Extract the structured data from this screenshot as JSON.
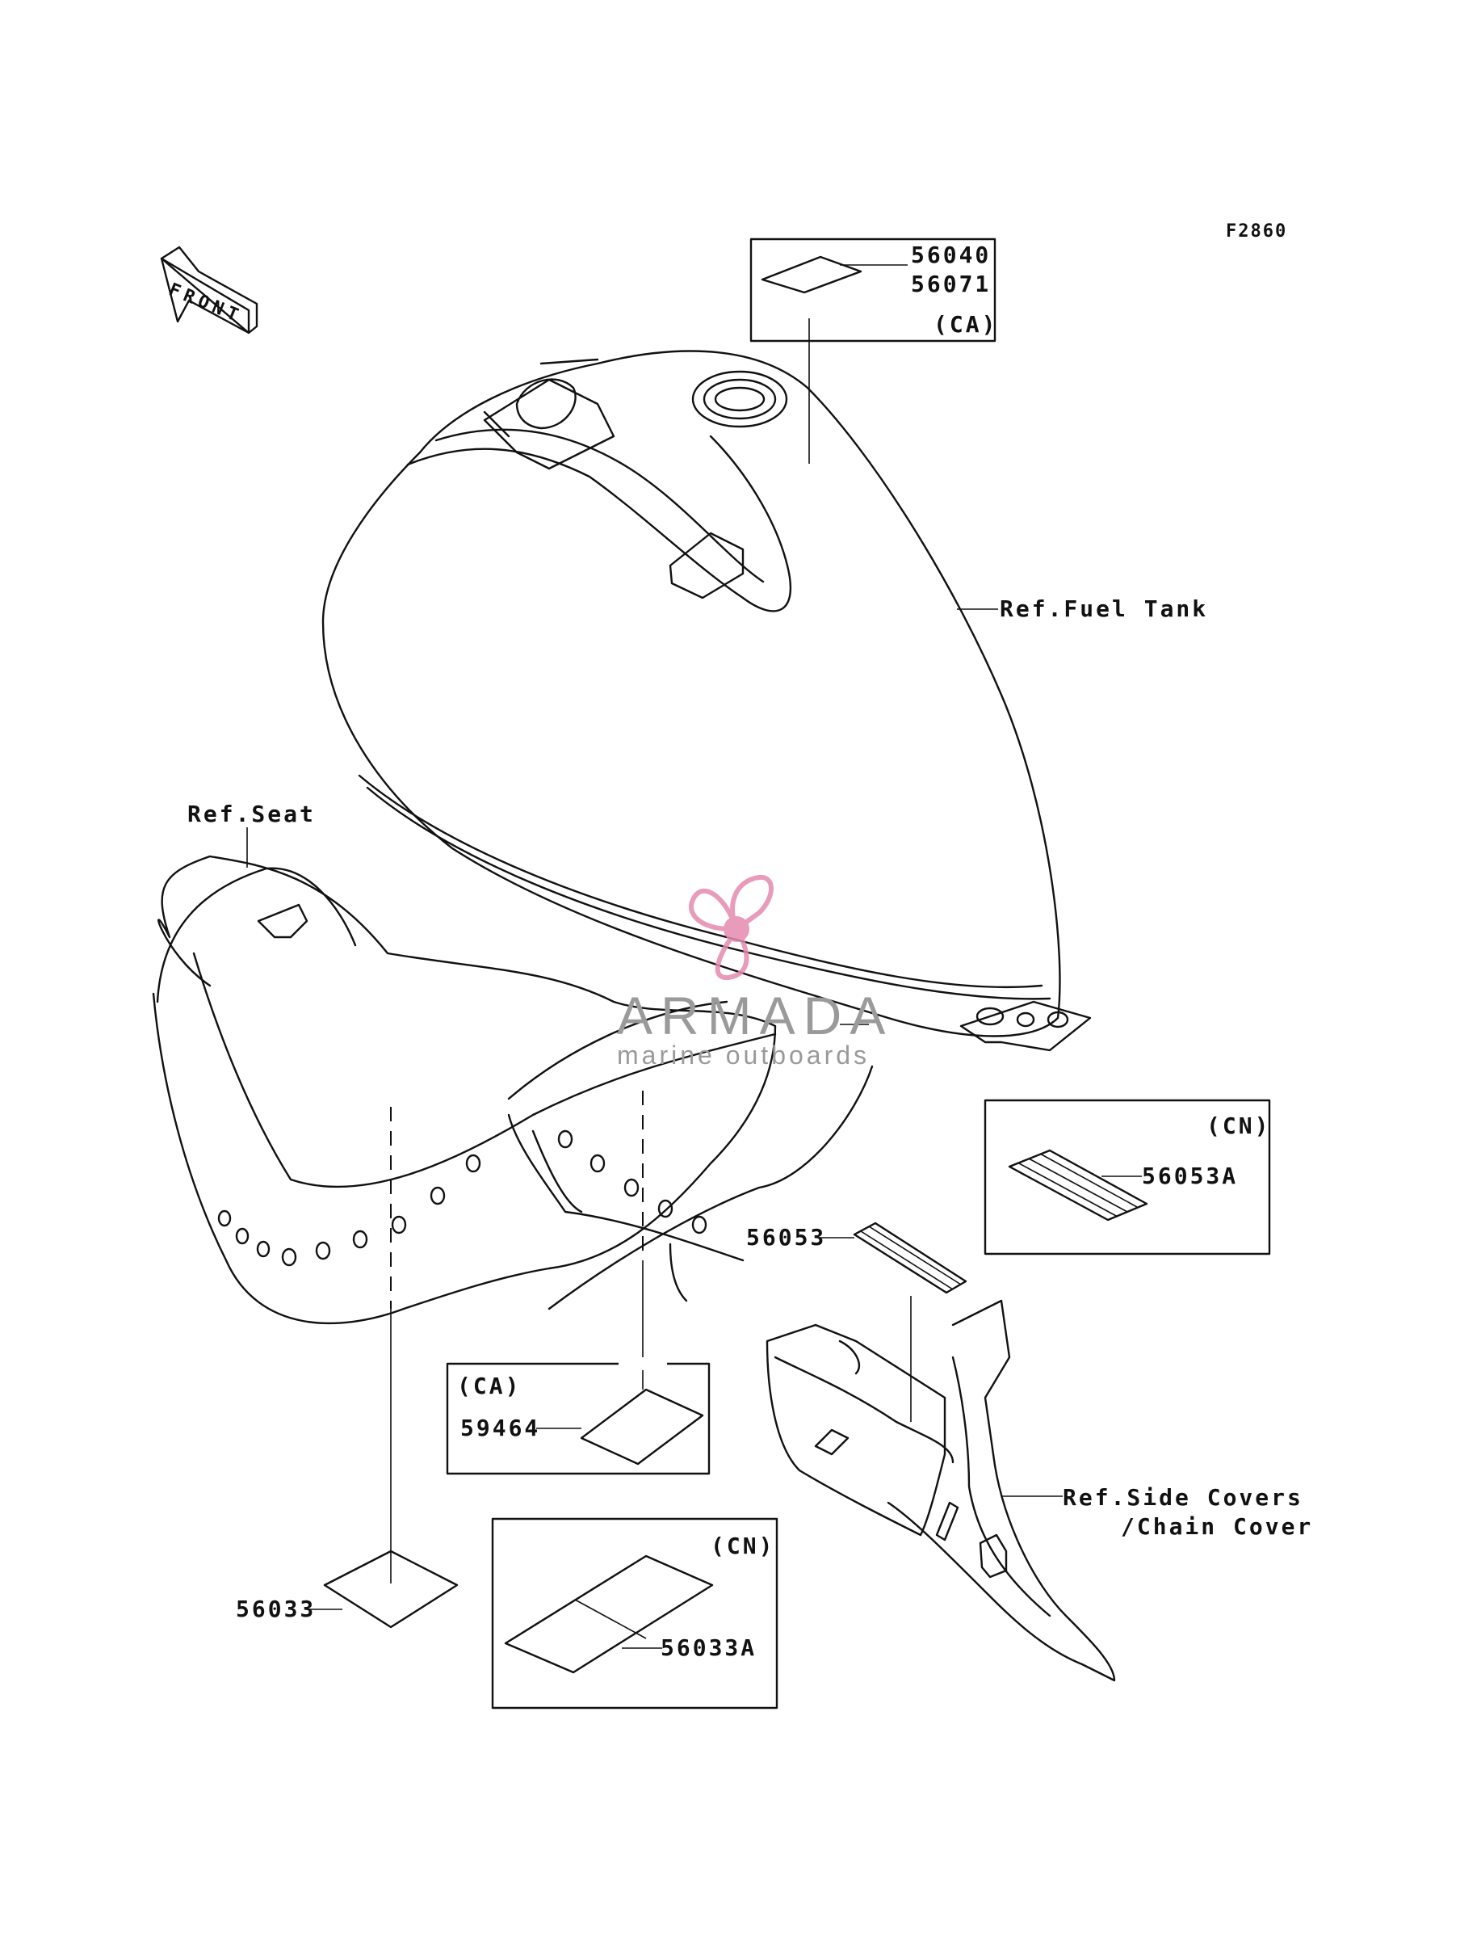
{
  "figure_code": "F2860",
  "front_arrow": "FRONT",
  "refs": {
    "fuel_tank": "Ref.Fuel Tank",
    "seat": "Ref.Seat",
    "side_covers_1": "Ref.Side Covers",
    "side_covers_2": "/Chain Cover"
  },
  "parts": {
    "p56040": "56040",
    "p56071": "56071",
    "p56053A": "56053A",
    "p56053": "56053",
    "p59464": "59464",
    "p56033": "56033",
    "p56033A": "56033A"
  },
  "regions": {
    "ca_top": "(CA)",
    "cn_right": "(CN)",
    "ca_bottom": "(CA)",
    "cn_bottom": "(CN)"
  },
  "watermark": {
    "name": "ARMADA",
    "tagline": "marine outboards",
    "color": "#e58aae"
  }
}
